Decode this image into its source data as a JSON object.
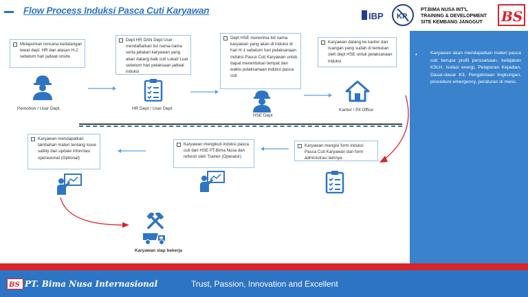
{
  "header": {
    "title": "Flow Process Induksi Pasca Cuti Karyawan",
    "logo_ibp": "IBP",
    "logo_kp": "KP",
    "company_lines": [
      "PT.BIMA NUSA INT'L",
      "TRAINING & DEVELOPMENT",
      "SITE KEMBANG JANGGUT"
    ],
    "logo_bs": "BS"
  },
  "steps": [
    {
      "text": "Melaporkan rencana kedatangan lewat dept. HR dan atasan H-2 sebelum hari jadwal onsite",
      "label": "Pemohon / User Dept."
    },
    {
      "text": "Dept HR DAN Dept User mendaftarkan list nama-nama serta jabatan karyawan yang akan datang baik cuti Lokal/ Luar sebelum hari pelaksaan jadwal induksi",
      "label": "HR Dept / User Dept"
    },
    {
      "text": "Dept HSE menerima list nama karyawan yang akan di induksi di hari H-1 sebelum hari pelaksanaan Induksi Pasca Cuti Karyawan untuk dapat menentukan tempat dan waktu pelaksanaan induksi pasca cuti",
      "label": "HSE Dept"
    },
    {
      "text": "Karyawan datang ke kantor dan ruangan yang sudah di tentukan oleh dept HSE untuk pelaksanaan induksi",
      "label": "Kantor / Pit Office"
    },
    {
      "text": "Karyawan mengisi form induksi Pasca Cuti Karyawan dan form administrasi lainnya."
    },
    {
      "text": "Karyawan mengikuti induksi pasca cuti dari HSE PT.Bima Nusa dan refresh oleh Trainer (Operator)"
    },
    {
      "text": "Karyawan mendapatkan tambahan materi tentang issue safety dan update informasi operasional (Optional)"
    },
    {
      "label": "Karyawan siap bekerja"
    }
  ],
  "right_panel": {
    "bullet": "•",
    "text": "Karyawan akan mendapatkan materi pasca cuti berupa profil perusahaan, kebijakan K3LH, Isolasi energi, Pelaporan Kejadian, Dasar-dasar K3, Pengelolaan lingkungan, procedure emergency, peraturan di mess."
  },
  "footer": {
    "logo": "BS",
    "company": "PT. Bima Nusa Internasional",
    "tagline": "Trust, Passion, Innovation and Excellent"
  },
  "colors": {
    "accent_blue": "#2e74c4",
    "panel_blue": "#3a82cc",
    "footer_red": "#d8242a",
    "arrow_blue": "#5aa0dc",
    "arrow_red": "#d8242a"
  }
}
